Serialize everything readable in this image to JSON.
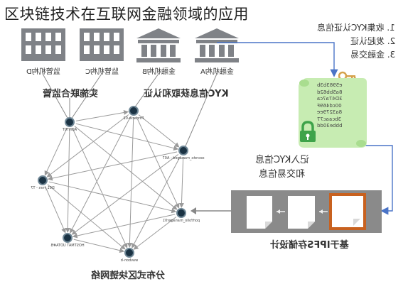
{
  "title": "区块链技术在互联网金融领域的应用",
  "institutions": [
    {
      "kind": "regulator",
      "label": "监管机构D"
    },
    {
      "kind": "regulator",
      "label": "监管机构C"
    },
    {
      "kind": "bank",
      "label": "金融机构B"
    },
    {
      "kind": "bank",
      "label": "金融机构A"
    }
  ],
  "group_labels": {
    "regulation": "实施联合监管",
    "kyc": "KYC信息获取和认证",
    "network": "分布式区块链网络"
  },
  "steps": [
    "1. 收集KYC认证信息",
    "2. 发起认证",
    "3. 金融交易"
  ],
  "hash_lines": [
    "e5983b3b",
    "8a5bb62d",
    "3D47a7ca",
    "00cd469F",
    "8a3279ee",
    "3bcaac77",
    "bbbe30dd"
  ],
  "record_text": [
    "记入KYC信息",
    "和交易信息"
  ],
  "ipfs_label": "基于IPFS存储设计",
  "nodes": [
    {
      "label": "ADNT0T"
    },
    {
      "label": "Pinnacle-02"
    },
    {
      "label": "secrets_managed - A07"
    },
    {
      "label": "D01_mrs - T7"
    },
    {
      "label": "portfolio_manager01"
    },
    {
      "label": "HOSTMAT UDTA#B"
    },
    {
      "label": "wavbon-b"
    }
  ],
  "colors": {
    "building": "#7f8287",
    "scroll": "#c7ecb2",
    "lock": "#3ea34a",
    "ipfs_bg": "#8a8a8a",
    "doc_highlight": "#c8611f",
    "arrow_blue": "#4a74c7",
    "node": "#1b3344",
    "key": "#d5a24c"
  }
}
